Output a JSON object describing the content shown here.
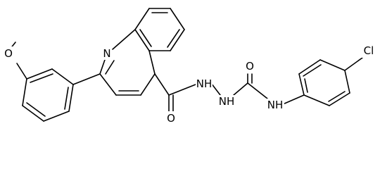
{
  "figure": {
    "kind": "chemical-structure",
    "background_color": "#ffffff",
    "line_color": "#000000",
    "atom_labels": {
      "quinoline_nitrogen": "N",
      "methoxy_oxygen": "O",
      "carbonyl_oxygen_1": "O",
      "hydrazine_nh_1": "NH",
      "hydrazine_nh_2": "NH",
      "carbonyl_oxygen_2": "O",
      "urea_nh": "NH",
      "chlorine": "Cl"
    }
  }
}
